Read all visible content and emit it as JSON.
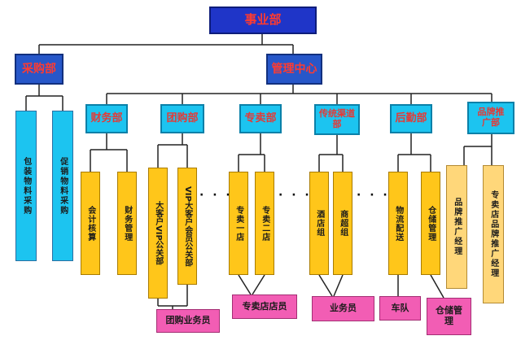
{
  "title": "事业部",
  "level1": {
    "left": "采购部",
    "right": "管理中心"
  },
  "procurement": [
    "包装物料采购",
    "促销物料采购"
  ],
  "departments": [
    "财务部",
    "团购部",
    "专卖部",
    "传统渠道部",
    "后勤部",
    "品牌推广部"
  ],
  "finance": [
    "会计核算",
    "财务管理"
  ],
  "group_buy": [
    "大客户VIP公关部",
    "VIP大客户会员公关部"
  ],
  "exclusive": [
    "专卖一店",
    "专卖二店"
  ],
  "traditional": [
    "酒店组",
    "商超组"
  ],
  "logistics": [
    "物流配送",
    "仓储管理"
  ],
  "brand": [
    "品牌推广经理",
    "专卖店品牌推广经理"
  ],
  "ellipsis": "· · ·",
  "staff": [
    "团购业务员",
    "专卖店店员",
    "业务员",
    "车队",
    "仓储管理"
  ]
}
